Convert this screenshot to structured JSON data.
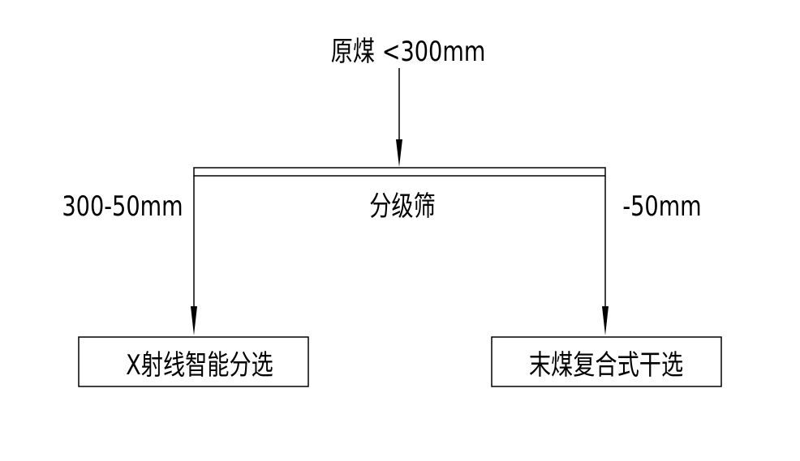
{
  "source": {
    "label": "原煤  <300mm"
  },
  "screen": {
    "label": "分级筛"
  },
  "branches": {
    "left": {
      "size_label": "300-50mm",
      "process_label": "X射线智能分选"
    },
    "right": {
      "size_label": "-50mm",
      "process_label": "末煤复合式干选"
    }
  },
  "colors": {
    "line": "#000000",
    "background": "#ffffff"
  }
}
